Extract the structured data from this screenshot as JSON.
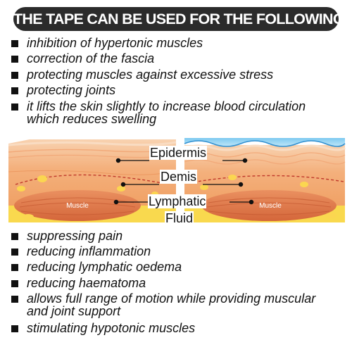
{
  "header": {
    "title": "THE TAPE CAN BE USED FOR THE FOLLOWING"
  },
  "uses_top": [
    "inhibition of hypertonic muscles",
    "correction of the fascia",
    "protecting muscles against excessive stress",
    "protecting joints",
    "it lifts the skin slightly to increase blood circulation",
    "which reduces swelling"
  ],
  "diagram": {
    "labels": {
      "epidermis": "Epidermis",
      "demis": "Demis",
      "lymphatic": "Lymphatic",
      "fluid": "Fluid",
      "muscle_left": "Muscle",
      "muscle_right": "Muscle"
    },
    "colors": {
      "skin_top": "#f6c7a4",
      "dermis": "#f3a163",
      "fat": "#fbd650",
      "muscle": "#e07a4a",
      "tape": "#5fb8e8"
    }
  },
  "uses_bottom": [
    "suppressing pain",
    "reducing inflammation",
    "reducing lymphatic oedema",
    "reducing haematoma",
    "allows full range of motion while providing muscular",
    "and joint support",
    "stimulating hypotonic muscles"
  ]
}
